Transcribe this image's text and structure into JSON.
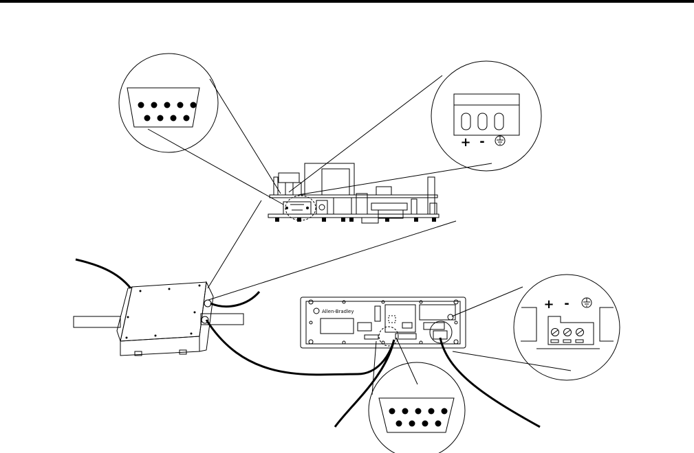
{
  "figure": {
    "top_connector_labels": {
      "plus": "+",
      "minus": "-"
    },
    "right_connector_labels": {
      "plus": "+",
      "minus": "-"
    },
    "ground_symbol": "ground-icon",
    "db9_top_pins": 5,
    "db9_bottom_pins": 4,
    "terminal_count": 3,
    "colors": {
      "line": "#000000",
      "background": "#ffffff"
    }
  },
  "panel": {
    "brand_label": "Allen-Bradley"
  }
}
